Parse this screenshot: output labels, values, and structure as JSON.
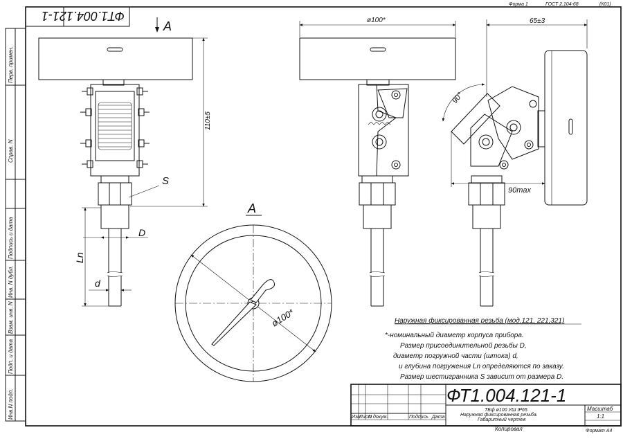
{
  "header": {
    "form": "Форма 1",
    "standard": "ГОСТ 2.104-68",
    "code": "(К01)"
  },
  "stamp_top": "ФТ1.004.121-1",
  "left_strip": {
    "labels": [
      "Перв. примен.",
      "Справ. N",
      "Подпись и дата",
      "Инв. N дубл.",
      "Взам. инв. N",
      "Подп. и дата",
      "Инв.N подл."
    ]
  },
  "view_a_arrow": "A",
  "view_a_title": "A",
  "dims": {
    "dia_top": "ø100*",
    "offset_65": "65±3",
    "height_110": "110±5",
    "angle_90": "90°",
    "max_90": "90max",
    "dial_dia": "ø100*",
    "S": "S",
    "D": "D",
    "Ln": "Ln",
    "d": "d"
  },
  "notes": {
    "heading": "Наружная фиксированная резьба (мод.121, 221,321)",
    "lines": [
      "*-номинальный диаметр корпуса прибора.",
      "Размер присоединительной резьбы D,",
      "диаметр погружной части (штока) d,",
      "и глубина погружения Ln определяются по заказу.",
      "Размер шестигранника S зависит от размера D."
    ]
  },
  "title_block": {
    "designation": "ФТ1.004.121-1",
    "description_lines": [
      "ТБф ø100 УШ IP65",
      "Наружная фиксированная резьба.",
      "Габаритный чертеж"
    ],
    "columns": [
      "Изм",
      "Лист",
      "N докум.",
      "Подпись",
      "Дата"
    ],
    "scale_label": "Масштаб",
    "scale_value": "1:1",
    "copied": "Копировал",
    "format": "Формат А4"
  }
}
